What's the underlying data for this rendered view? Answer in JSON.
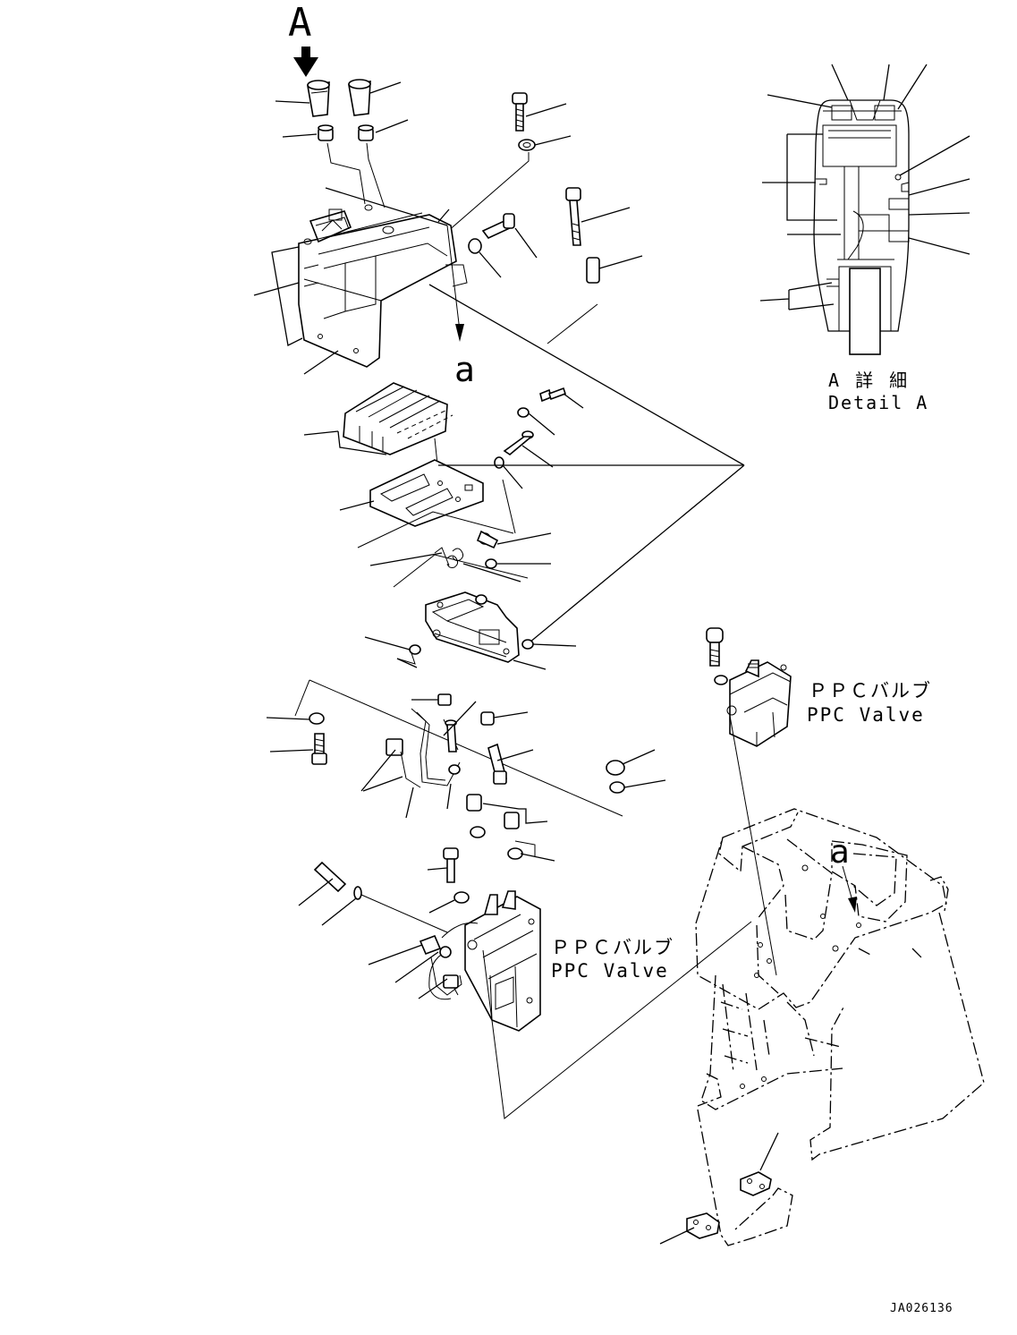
{
  "view": {
    "marker": "A",
    "section_ref": "a",
    "section_ref_frame": "a"
  },
  "detail": {
    "title_jp": "A 詳 細",
    "title_en": "Detail A"
  },
  "ppc_upper": {
    "jp": "ＰＰＣバルブ",
    "en": "PPC Valve"
  },
  "ppc_lower": {
    "jp": "ＰＰＣバルブ",
    "en": "PPC Valve"
  },
  "drawing_number": "JA026136"
}
